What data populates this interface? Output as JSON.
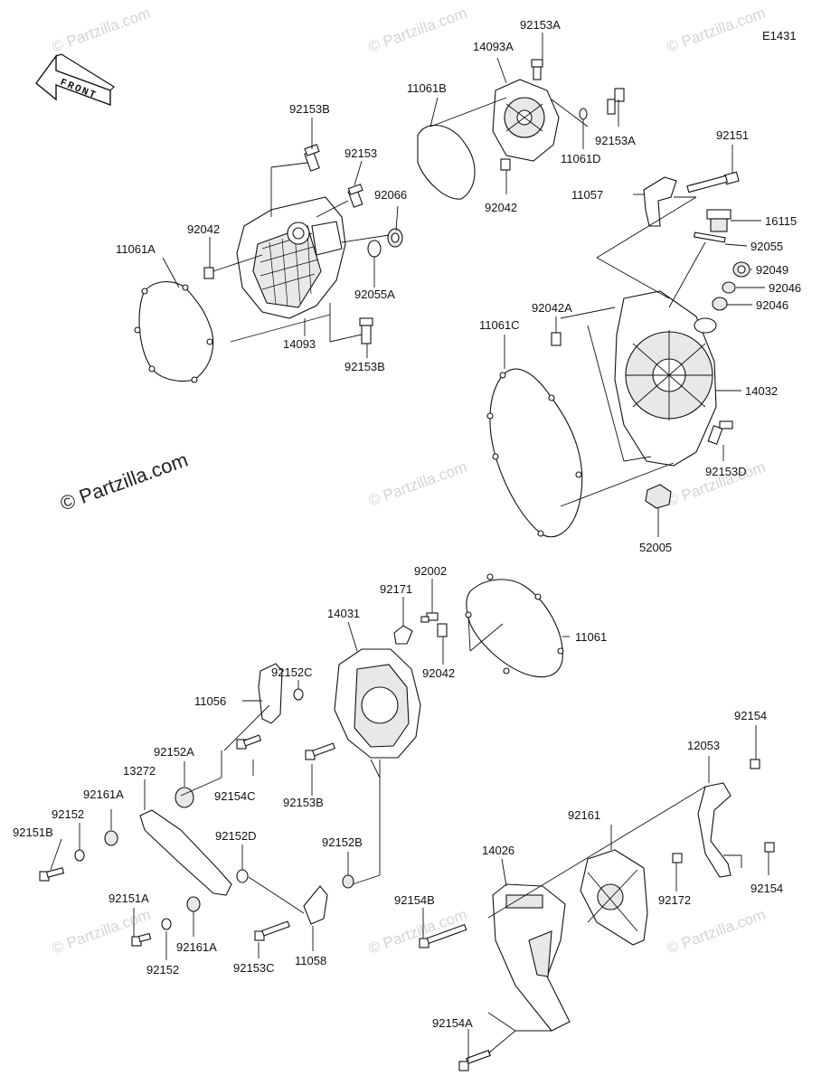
{
  "diagram_code": "E1431",
  "watermark_main": "© Partzilla.com",
  "watermark_faint": "© Partzilla.com",
  "front_arrow_text": "FRONT",
  "labels": {
    "p92153A_top": "92153A",
    "p14093A": "14093A",
    "p11061B": "11061B",
    "p92153A_right": "92153A",
    "p11061D": "11061D",
    "p92042_top": "92042",
    "p92153B_top": "92153B",
    "p92153": "92153",
    "p92066": "92066",
    "p92042_left": "92042",
    "p11061A": "11061A",
    "p92055A": "92055A",
    "p14093": "14093",
    "p92153B_mid": "92153B",
    "p92151": "92151",
    "p11057": "11057",
    "p16115": "16115",
    "p92055": "92055",
    "p92049": "92049",
    "p92046_a": "92046",
    "p92046_b": "92046",
    "p92042A": "92042A",
    "p11061C": "11061C",
    "p14032": "14032",
    "p92153D": "92153D",
    "p52005": "52005",
    "p92002": "92002",
    "p92171": "92171",
    "p14031": "14031",
    "p11061": "11061",
    "p92152C": "92152C",
    "p11056": "11056",
    "p92042_lower": "92042",
    "p92152A": "92152A",
    "p13272": "13272",
    "p92154C": "92154C",
    "p92161A_left": "92161A",
    "p92152_left": "92152",
    "p92151B": "92151B",
    "p92152D": "92152D",
    "p92153B_low": "92153B",
    "p92152B": "92152B",
    "p92154_top": "92154",
    "p12053": "12053",
    "p92161": "92161",
    "p14026": "14026",
    "p92151A": "92151A",
    "p92161A_low": "92161A",
    "p92152_low": "92152",
    "p11058": "11058",
    "p92153C": "92153C",
    "p92154B": "92154B",
    "p92172": "92172",
    "p92154_low": "92154",
    "p92154A": "92154A"
  }
}
